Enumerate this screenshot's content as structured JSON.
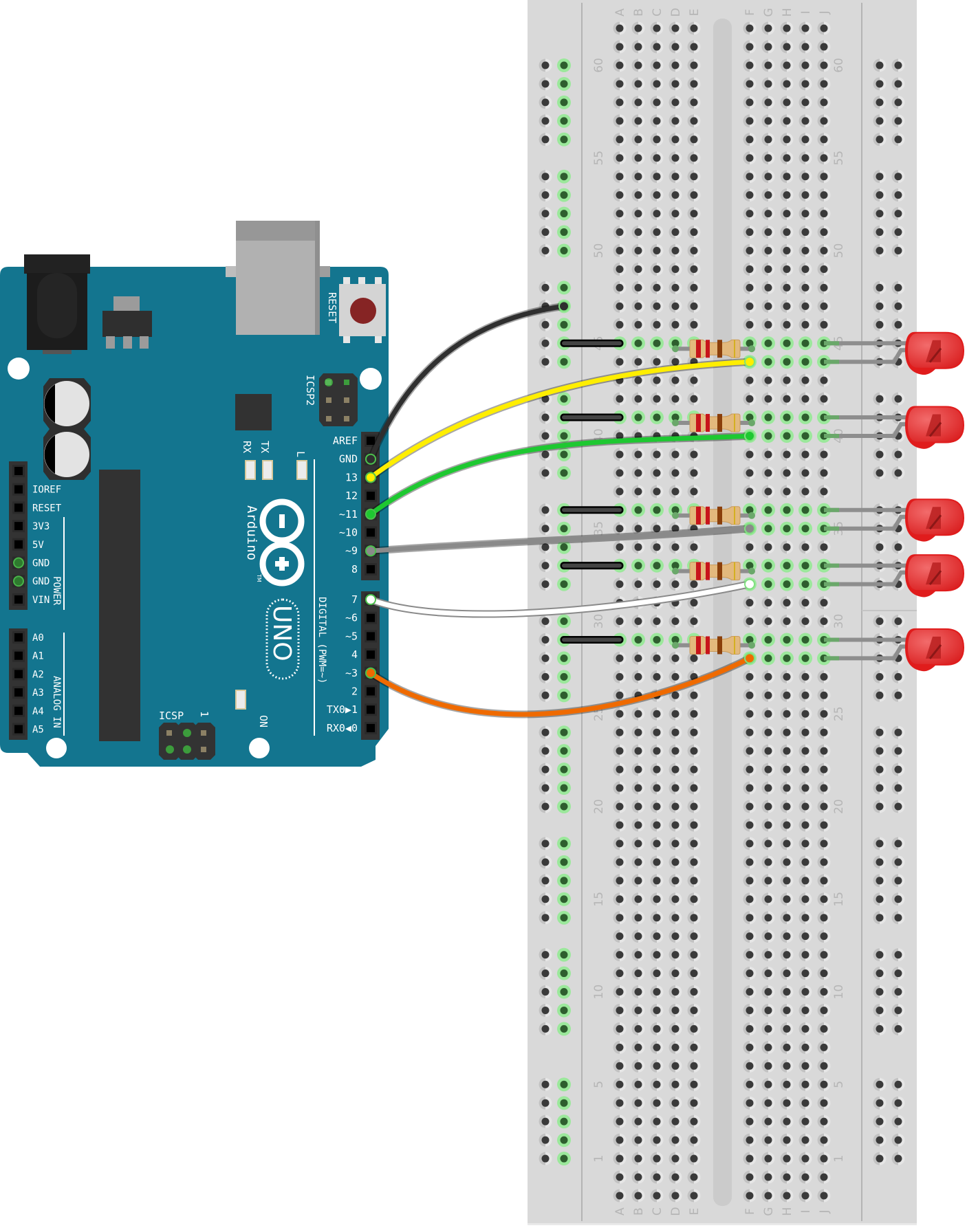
{
  "title": "Arduino Uno driving five LEDs on a breadboard",
  "colors": {
    "board": "#13758f",
    "breadboard": "#d9d9d9",
    "hole": "#3a3a3a",
    "connected_hole": "#2e5e2e",
    "connected_glow": "#8fe08f",
    "led_red": "#e8393a",
    "resistor_body": "#e3b97d"
  },
  "arduino": {
    "name": "Arduino",
    "trademark": "TM",
    "model": "UNO",
    "reset_label": "RESET",
    "icsp2_label": "ICSP2",
    "icsp_label": "ICSP",
    "icsp_pin1_label": "1",
    "on_label": "ON",
    "rx_label": "RX",
    "tx_label": "TX",
    "l_label": "L",
    "digital_section_label": "DIGITAL (PWM=~)",
    "power_section_label": "POWER",
    "analog_section_label": "ANALOG IN",
    "digital_pins_top": [
      "AREF",
      "GND",
      "13",
      "12",
      "~11",
      "~10",
      "~9",
      "8"
    ],
    "digital_pins_bottom": [
      "7",
      "~6",
      "~5",
      "4",
      "~3",
      "2",
      "TX0▶1",
      "RX0◀0"
    ],
    "power_pins": [
      "",
      "IOREF",
      "RESET",
      "3V3",
      "5V",
      "GND",
      "GND",
      "VIN"
    ],
    "analog_pins": [
      "A0",
      "A1",
      "A2",
      "A3",
      "A4",
      "A5"
    ]
  },
  "breadboard": {
    "columns_left": [
      "A",
      "B",
      "C",
      "D",
      "E"
    ],
    "columns_right": [
      "F",
      "G",
      "H",
      "I",
      "J"
    ],
    "row_labels": [
      "60",
      "55",
      "50",
      "45",
      "40",
      "35",
      "30",
      "25",
      "20",
      "15",
      "10",
      "5",
      "1"
    ]
  },
  "circuits": [
    {
      "arduino_pin": "13",
      "wire_color": "#ffee00",
      "resistor": "220 ohm (red-red-brown-gold)",
      "led": "red"
    },
    {
      "arduino_pin": "~11",
      "wire_color": "#1ec831",
      "resistor": "220 ohm (red-red-brown-gold)",
      "led": "red"
    },
    {
      "arduino_pin": "~9",
      "wire_color": "#8a8a8a",
      "resistor": "220 ohm (red-red-brown-gold)",
      "led": "red"
    },
    {
      "arduino_pin": "7",
      "wire_color": "#ffffff",
      "resistor": "220 ohm (red-red-brown-gold)",
      "led": "red"
    },
    {
      "arduino_pin": "~3",
      "wire_color": "#ef6a00",
      "resistor": "220 ohm (red-red-brown-gold)",
      "led": "red"
    }
  ],
  "ground_wire": {
    "arduino_pin": "GND",
    "wire_color": "#2f2f2f",
    "to": "breadboard ground rail"
  },
  "resistor_bands": [
    "#c8141b",
    "#c8141b",
    "#8a3f0b",
    "#d4b020"
  ]
}
